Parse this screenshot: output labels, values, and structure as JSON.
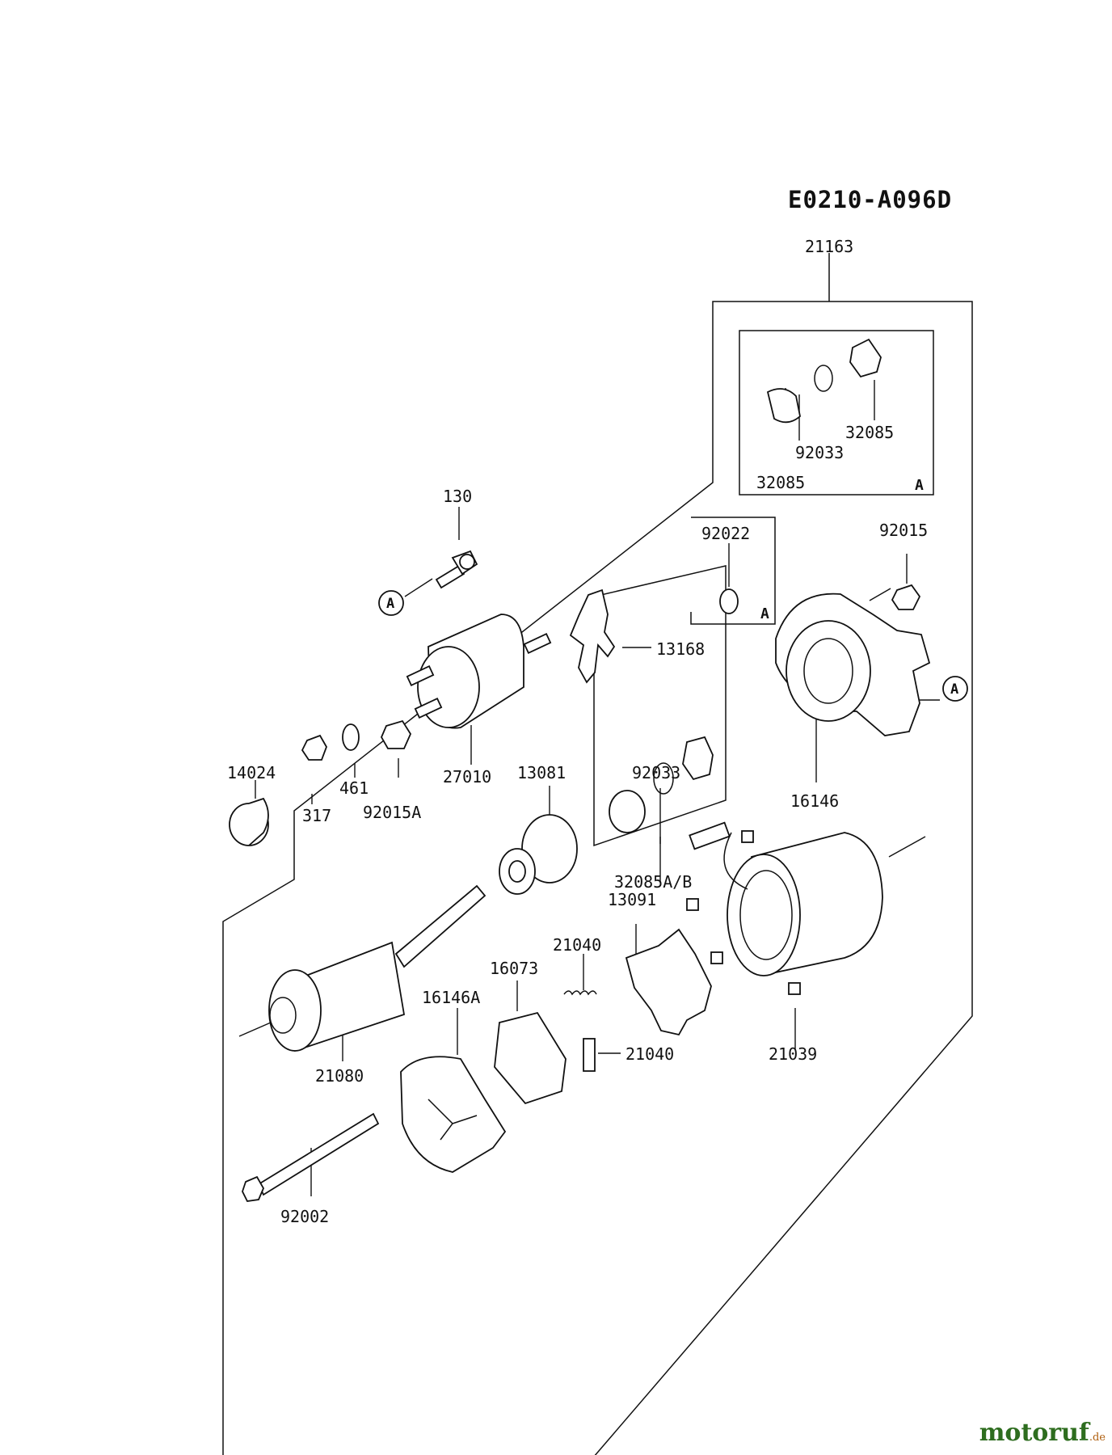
{
  "diagram": {
    "code": "E0210-A096D",
    "assembly_label": "21163",
    "subgroup_marker": "A",
    "callouts": {
      "p130": "130",
      "p92022": "92022",
      "p92015": "92015",
      "p13168": "13168",
      "p14024": "14024",
      "p461": "461",
      "p317": "317",
      "p92015A": "92015A",
      "p27010": "27010",
      "p13081": "13081",
      "p92033_mid": "92033",
      "p16146": "16146",
      "p32085AB": "32085A/B",
      "p13091": "13091",
      "p21040_top": "21040",
      "p16073": "16073",
      "p16146A": "16146A",
      "p21040_bot": "21040",
      "p21080": "21080",
      "p21039": "21039",
      "p92002": "92002",
      "p32085_a": "32085",
      "p92033_box": "92033",
      "p32085_b": "32085"
    }
  },
  "watermark": {
    "brand": "motoruf",
    "tld": ".de"
  }
}
